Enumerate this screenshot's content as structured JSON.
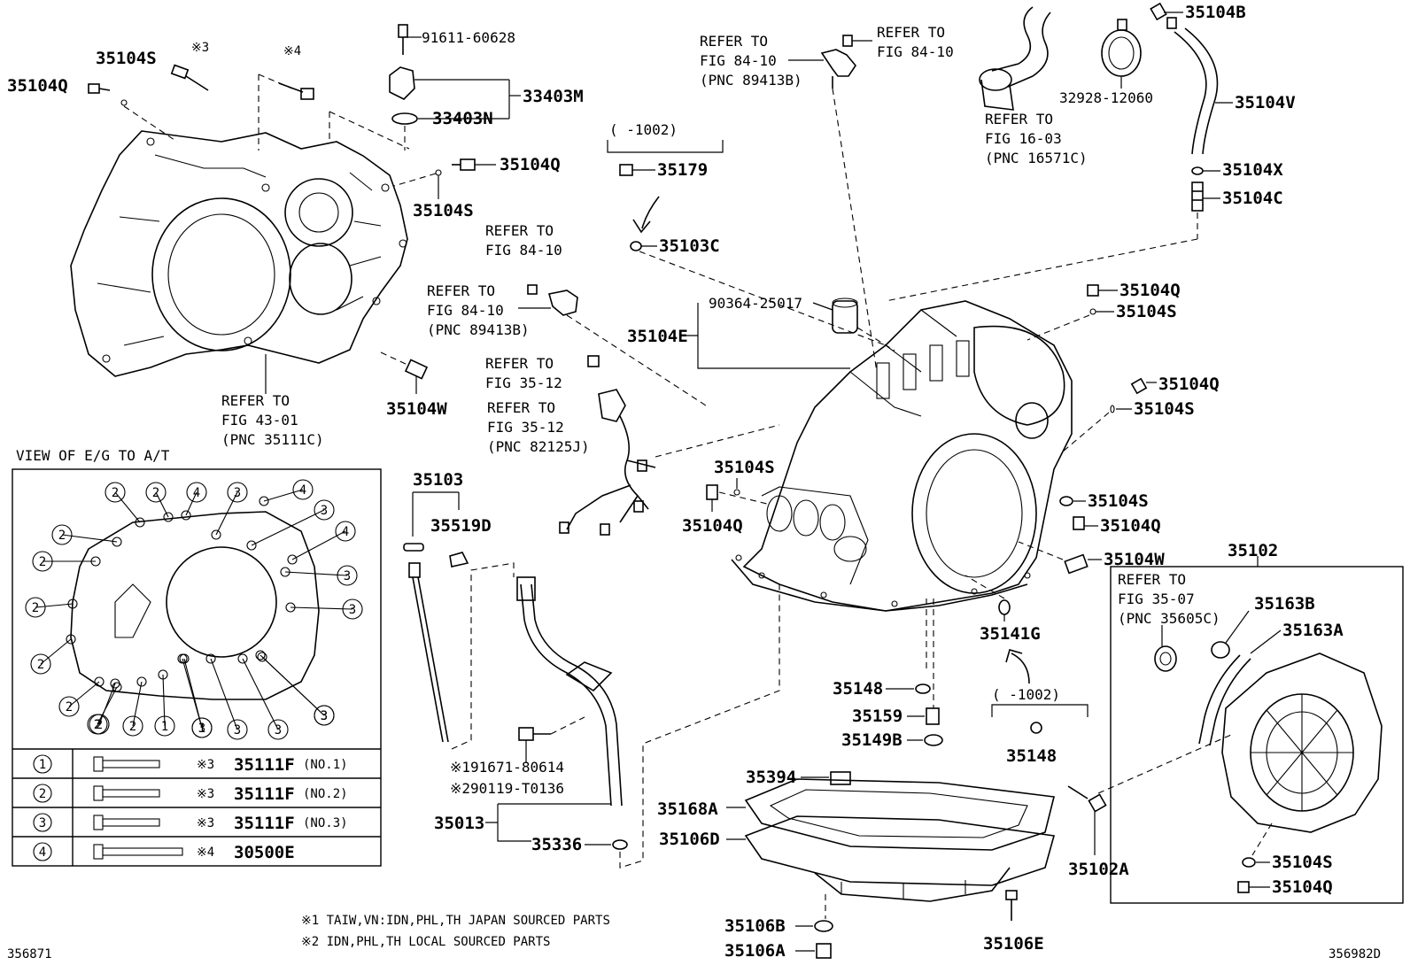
{
  "labels": {
    "p35104Q_a": "35104Q",
    "p35104S_a": "35104S",
    "m3": "※3",
    "m4": "※4",
    "p91611": "91611-60628",
    "p33403M": "33403M",
    "p33403N": "33403N",
    "p35104Q_b": "35104Q",
    "p35104S_b": "35104S",
    "p35104W_a": "35104W",
    "ref_4301_a": "REFER TO",
    "ref_4301_b": "FIG 43-01",
    "ref_4301_c": "(PNC 35111C)",
    "ref_8410_a1": "REFER TO",
    "ref_8410_a2": "FIG 84-10",
    "ref_8410_a3": "(PNC 89413B)",
    "ref_8410_b1": "REFER TO",
    "ref_8410_b2": "FIG 84-10",
    "ref_8410_c1": "REFER TO",
    "ref_8410_c2": "FIG 84-10",
    "ref_8410_d1": "REFER TO",
    "ref_8410_d2": "FIG 84-10",
    "ref_8410_d3": "(PNC 89413B)",
    "range_a": "(      -1002)",
    "p35179": "35179",
    "p35103C": "35103C",
    "ref_1603_a": "REFER TO",
    "ref_1603_b": "FIG 16-03",
    "ref_1603_c": "(PNC 16571C)",
    "p32928": "32928-12060",
    "p35104B": "35104B",
    "p35104V": "35104V",
    "p35104X": "35104X",
    "p35104C": "35104C",
    "p90364": "90364-25017",
    "p35104E": "35104E",
    "p35104Q_c": "35104Q",
    "p35104S_c": "35104S",
    "p35104Q_d": "35104Q",
    "p35104S_d": "35104S",
    "ref_3512_a1": "REFER TO",
    "ref_3512_a2": "FIG 35-12",
    "ref_3512_b1": "REFER TO",
    "ref_3512_b2": "FIG 35-12",
    "ref_3512_b3": "(PNC 82125J)",
    "p35104S_e": "35104S",
    "p35104Q_e": "35104Q",
    "p35104S_f": "35104S",
    "p35104Q_f": "35104Q",
    "p35104W_b": "35104W",
    "p35102": "35102",
    "ref_3507_a": "REFER TO",
    "ref_3507_b": "FIG 35-07",
    "ref_3507_c": "(PNC 35605C)",
    "p35163B": "35163B",
    "p35163A": "35163A",
    "p35141G": "35141G",
    "p35148_a": "35148",
    "p35159": "35159",
    "p35149B": "35149B",
    "range_b": "(      -1002)",
    "p35148_b": "35148",
    "p35394": "35394",
    "p35168A": "35168A",
    "p35106D": "35106D",
    "p35102A": "35102A",
    "p35104S_g": "35104S",
    "p35104Q_g": "35104Q",
    "p35106B": "35106B",
    "p35106A": "35106A",
    "p35106E": "35106E",
    "p35103": "35103",
    "p35519D": "35519D",
    "p91671": "※191671-80614",
    "p90119": "※290119-T0136",
    "p35013": "35013",
    "p35336": "35336",
    "view_title": "VIEW OF E/G TO A/T",
    "note1": "※1 TAIW,VN:IDN,PHL,TH JAPAN SOURCED PARTS",
    "note2": "※2 IDN,PHL,TH LOCAL SOURCED PARTS",
    "code_left": "356871",
    "code_right": "356982D"
  },
  "bolt_table": [
    {
      "num": "1",
      "mark": "※3",
      "part": "35111F",
      "note": "(NO.1)"
    },
    {
      "num": "2",
      "mark": "※3",
      "part": "35111F",
      "note": "(NO.2)"
    },
    {
      "num": "3",
      "mark": "※3",
      "part": "35111F",
      "note": "(NO.3)"
    },
    {
      "num": "4",
      "mark": "※4",
      "part": "30500E",
      "note": ""
    }
  ],
  "view_markers": [
    "2",
    "2",
    "4",
    "3",
    "4",
    "3",
    "2",
    "2",
    "2",
    "2",
    "2",
    "2",
    "3",
    "3",
    "3",
    "4",
    "2",
    "1",
    "2",
    "1",
    "3",
    "3",
    "3",
    "3"
  ]
}
